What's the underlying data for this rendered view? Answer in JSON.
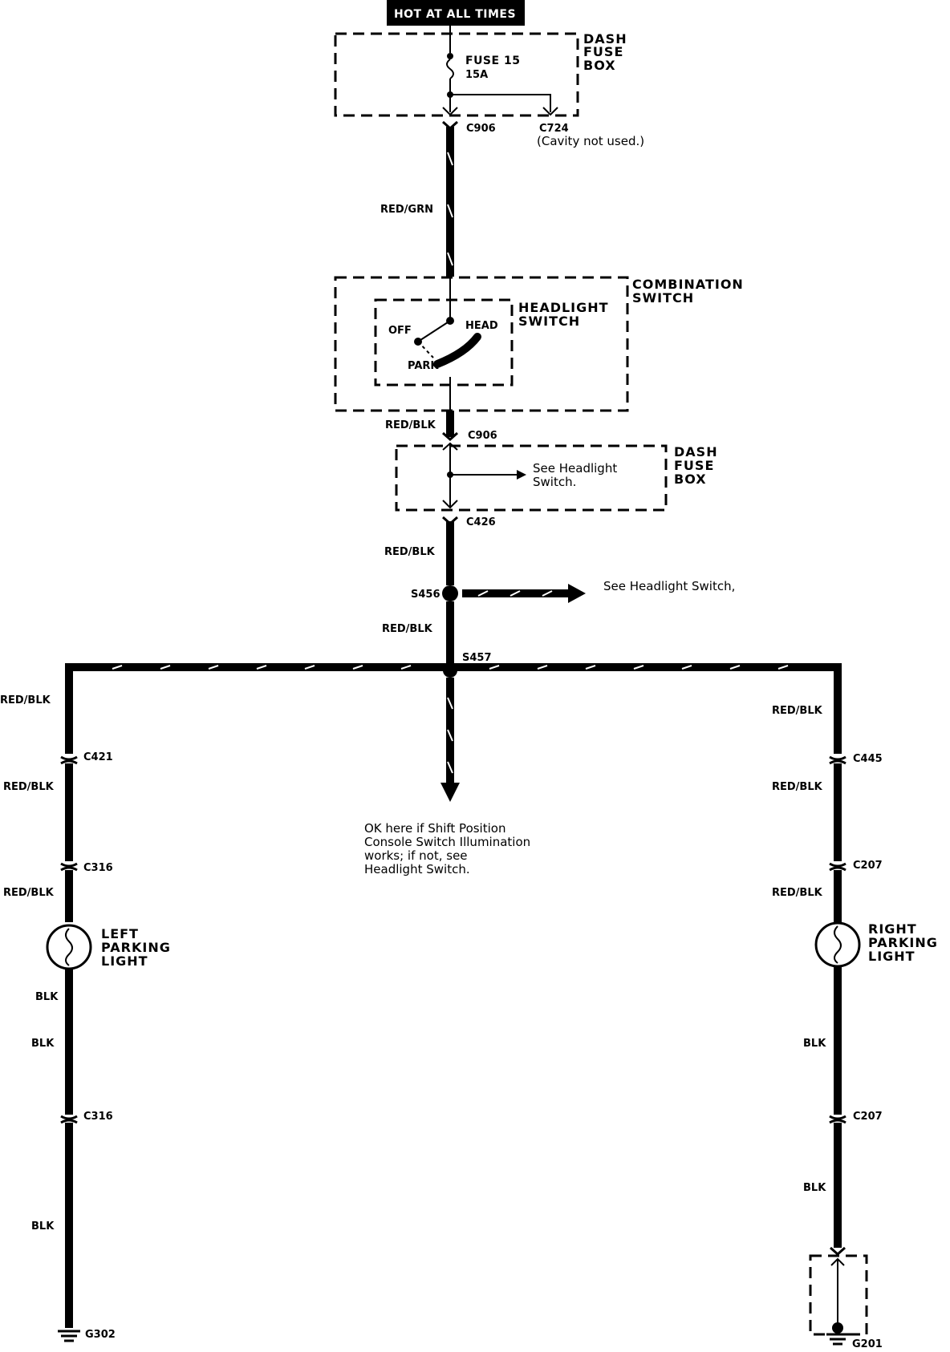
{
  "header": {
    "hot_at_all_times": "HOT AT ALL TIMES"
  },
  "top_fuse_box": {
    "label_line1": "DASH",
    "label_line2": "FUSE",
    "label_line3": "BOX",
    "fuse_name": "FUSE 15",
    "fuse_rating": "15A"
  },
  "connectors": {
    "c906_top": "C906",
    "c724": "C724",
    "c724_note": "(Cavity not used.)",
    "c906_mid": "C906",
    "c426": "C426",
    "s456": "S456",
    "s457": "S457",
    "c421": "C421",
    "c316_left_upper": "C316",
    "c316_left_lower": "C316",
    "g302": "G302",
    "c445": "C445",
    "c207_right_upper": "C207",
    "c207_right_lower": "C207",
    "g201": "G201"
  },
  "wires": {
    "red_grn": "RED/GRN",
    "red_blk_1": "RED/BLK",
    "red_blk_2": "RED/BLK",
    "red_blk_3": "RED/BLK",
    "left_red_blk_1": "RED/BLK",
    "left_red_blk_2": "RED/BLK",
    "left_red_blk_3": "RED/BLK",
    "left_blk_1": "BLK",
    "left_blk_2": "BLK",
    "left_blk_3": "BLK",
    "right_red_blk_1": "RED/BLK",
    "right_red_blk_2": "RED/BLK",
    "right_red_blk_3": "RED/BLK",
    "right_blk_1": "BLK",
    "right_blk_2": "BLK"
  },
  "combination_switch": {
    "label_line1": "COMBINATION",
    "label_line2": "SWITCH",
    "headlight_line1": "HEADLIGHT",
    "headlight_line2": "SWITCH",
    "off": "OFF",
    "head": "HEAD",
    "park": "PARK"
  },
  "mid_fuse_box": {
    "label_line1": "DASH",
    "label_line2": "FUSE",
    "label_line3": "BOX",
    "note_line1": "See Headlight",
    "note_line2": "Switch."
  },
  "s456_note": "See Headlight Switch,",
  "center_note": {
    "line1": "OK here if Shift Position",
    "line2": "Console Switch Illumination",
    "line3": "works; if not, see",
    "line4": "Headlight Switch."
  },
  "left_light": {
    "line1": "LEFT",
    "line2": "PARKING",
    "line3": "LIGHT"
  },
  "right_light": {
    "line1": "RIGHT",
    "line2": "PARKING",
    "line3": "LIGHT"
  }
}
